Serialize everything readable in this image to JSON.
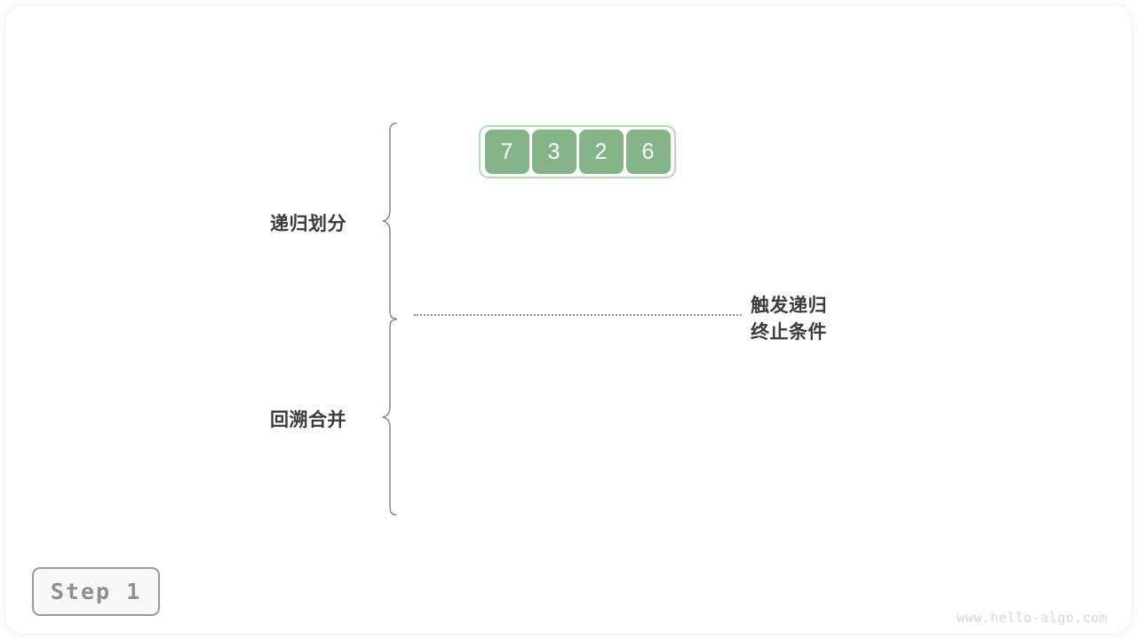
{
  "diagram": {
    "title_watermark": "www.hello-algo.com",
    "step_badge": "Step 1",
    "sections": [
      {
        "name": "divide",
        "label": "递归划分"
      },
      {
        "name": "merge",
        "label": "回溯合并"
      }
    ],
    "annotation": {
      "line1": "触发递归",
      "line2": "终止条件"
    },
    "array": {
      "values": [
        "7",
        "3",
        "2",
        "6"
      ]
    },
    "colors": {
      "cell_fill": "#86b489",
      "cell_text": "#ffffff",
      "container_border": "#b9d7b9",
      "label_text": "#3b3b3b",
      "brace_stroke": "#8d8d8d",
      "divider": "#8d8d8d",
      "badge_border": "#9a9a9a",
      "badge_fill": "#f7f7f7",
      "badge_text": "#8f8f8f",
      "watermark_text": "#d6d6d6",
      "background": "#ffffff"
    }
  }
}
